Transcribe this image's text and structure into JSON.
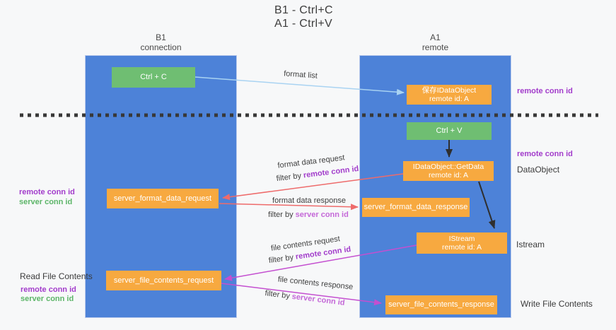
{
  "title": {
    "line1": "B1 - Ctrl+C",
    "line2": "A1 - Ctrl+V"
  },
  "lanes": [
    {
      "name": "B1",
      "sub": "connection"
    },
    {
      "name": "A1",
      "sub": "remote"
    }
  ],
  "nodes": {
    "ctrl_c": {
      "label": "Ctrl + C"
    },
    "ctrl_v": {
      "label": "Ctrl + V"
    },
    "save_dataobject": {
      "line1": "保存IDataObject",
      "line2": "remote id: A"
    },
    "getdata": {
      "line1": "IDataObject::GetData",
      "line2": "remote id: A"
    },
    "istream": {
      "line1": "IStream",
      "line2": "remote id: A"
    },
    "format_request": {
      "label": "server_format_data_request"
    },
    "format_response": {
      "label": "server_format_data_response"
    },
    "file_request": {
      "label": "server_file_contents_request"
    },
    "file_response": {
      "label": "server_file_contents_response"
    }
  },
  "edges": {
    "format_list": {
      "label": "format list"
    },
    "format_data_request": {
      "label": "format data request",
      "filter_prefix": "filter by",
      "filter_value": "remote conn id"
    },
    "format_data_response": {
      "label": "format data response",
      "filter_prefix": "filter by",
      "filter_value": "server conn id"
    },
    "file_contents_request": {
      "label": "file contents request",
      "filter_prefix": "filter by",
      "filter_value": "remote conn id"
    },
    "file_contents_response": {
      "label": "file contents response",
      "filter_prefix": "filter by",
      "filter_value": "server conn id"
    }
  },
  "side_left": {
    "remote_1": "remote conn id",
    "server_1": "server conn id",
    "read_title": "Read File Contents",
    "remote_2": "remote conn id",
    "server_2": "server conn id"
  },
  "side_right": {
    "remote_1": "remote conn id",
    "remote_2": "remote conn id",
    "dataobject": "DataObject",
    "istream": "Istream",
    "write_title": "Write File Contents"
  },
  "colors": {
    "lane_blue": "#4d82d8",
    "node_green": "#6fbe72",
    "node_orange": "#f7a940",
    "label_purple": "#a23ccb",
    "label_light_purple": "#c468d8",
    "label_green": "#5cb568",
    "arrow_light_blue": "#a9d3f2",
    "arrow_red": "#ee6b6b",
    "arrow_magenta": "#c44fd0",
    "arrow_black": "#2f2f2f"
  }
}
